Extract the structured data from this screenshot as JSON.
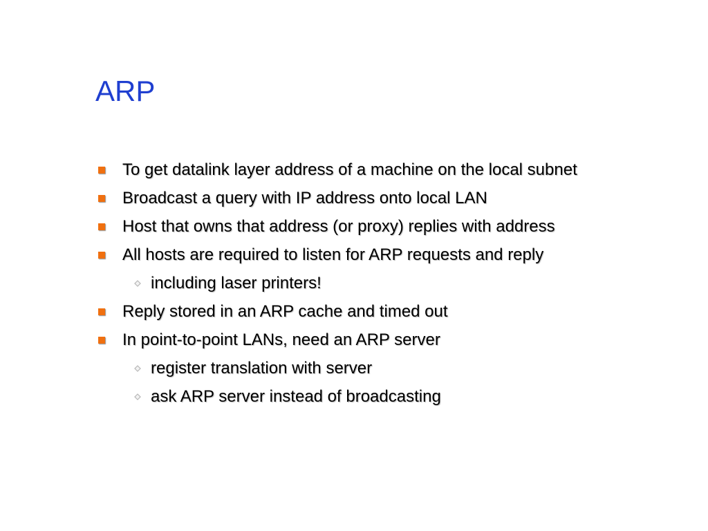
{
  "slide": {
    "title": "ARP",
    "colors": {
      "title": "#1f3fd0",
      "bullet_square": "#f07010",
      "bullet_diamond": "#b8b8b8",
      "text": "#000000",
      "background": "#ffffff"
    },
    "bullets": [
      {
        "level": 1,
        "marker": "square-bullet-icon",
        "text": "To get datalink layer address of a machine on the local subnet"
      },
      {
        "level": 1,
        "marker": "square-bullet-icon",
        "text": "Broadcast a query with IP address onto local LAN"
      },
      {
        "level": 1,
        "marker": "square-bullet-icon",
        "text": "Host that owns that address (or proxy) replies with address"
      },
      {
        "level": 1,
        "marker": "square-bullet-icon",
        "text": "All hosts are required to listen for ARP requests and reply"
      },
      {
        "level": 2,
        "marker": "diamond-bullet-icon",
        "text": "including laser printers!"
      },
      {
        "level": 1,
        "marker": "square-bullet-icon",
        "text": "Reply stored in an ARP cache and timed out"
      },
      {
        "level": 1,
        "marker": "square-bullet-icon",
        "text": "In point-to-point LANs, need an ARP server"
      },
      {
        "level": 2,
        "marker": "diamond-bullet-icon",
        "text": "register translation with server"
      },
      {
        "level": 2,
        "marker": "diamond-bullet-icon",
        "text": "ask ARP server instead of broadcasting"
      }
    ]
  }
}
